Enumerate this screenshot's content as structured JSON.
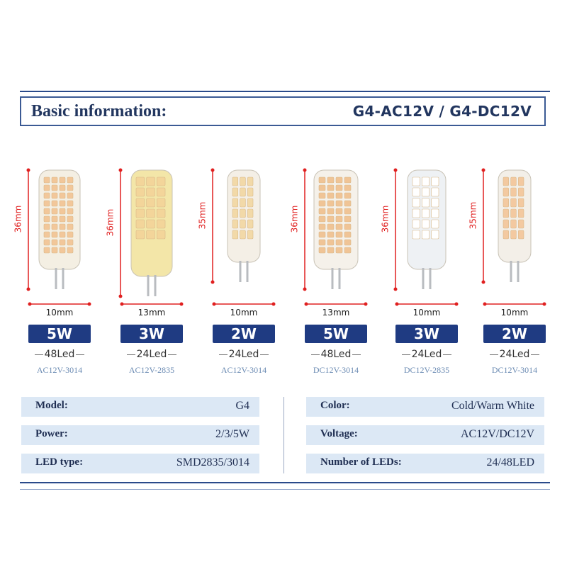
{
  "header": {
    "title": "Basic information:",
    "models": "G4-AC12V / G4-DC12V"
  },
  "colors": {
    "navy": "#1f3b82",
    "dim_red": "#e02020",
    "row_bg": "#dce8f5",
    "light_blue_text": "#6b8bb3"
  },
  "products": [
    {
      "height": "36mm",
      "width": "10mm",
      "watt": "5W",
      "leds": "48Led",
      "type": "AC12V-3014"
    },
    {
      "height": "36mm",
      "width": "13mm",
      "watt": "3W",
      "leds": "24Led",
      "type": "AC12V-2835"
    },
    {
      "height": "35mm",
      "width": "10mm",
      "watt": "2W",
      "leds": "24Led",
      "type": "AC12V-3014"
    },
    {
      "height": "36mm",
      "width": "13mm",
      "watt": "5W",
      "leds": "48Led",
      "type": "DC12V-3014"
    },
    {
      "height": "36mm",
      "width": "10mm",
      "watt": "3W",
      "leds": "24Led",
      "type": "DC12V-2835"
    },
    {
      "height": "35mm",
      "width": "10mm",
      "watt": "2W",
      "leds": "24Led",
      "type": "DC12V-3014"
    }
  ],
  "specs_left": [
    {
      "label": "Model:",
      "value": "G4"
    },
    {
      "label": "Power:",
      "value": "2/3/5W"
    },
    {
      "label": "LED type:",
      "value": "SMD2835/3014"
    }
  ],
  "specs_right": [
    {
      "label": "Color:",
      "value": "Cold/Warm White"
    },
    {
      "label": "Voltage:",
      "value": "AC12V/DC12V"
    },
    {
      "label": "Number of LEDs:",
      "value": "24/48LED"
    }
  ]
}
